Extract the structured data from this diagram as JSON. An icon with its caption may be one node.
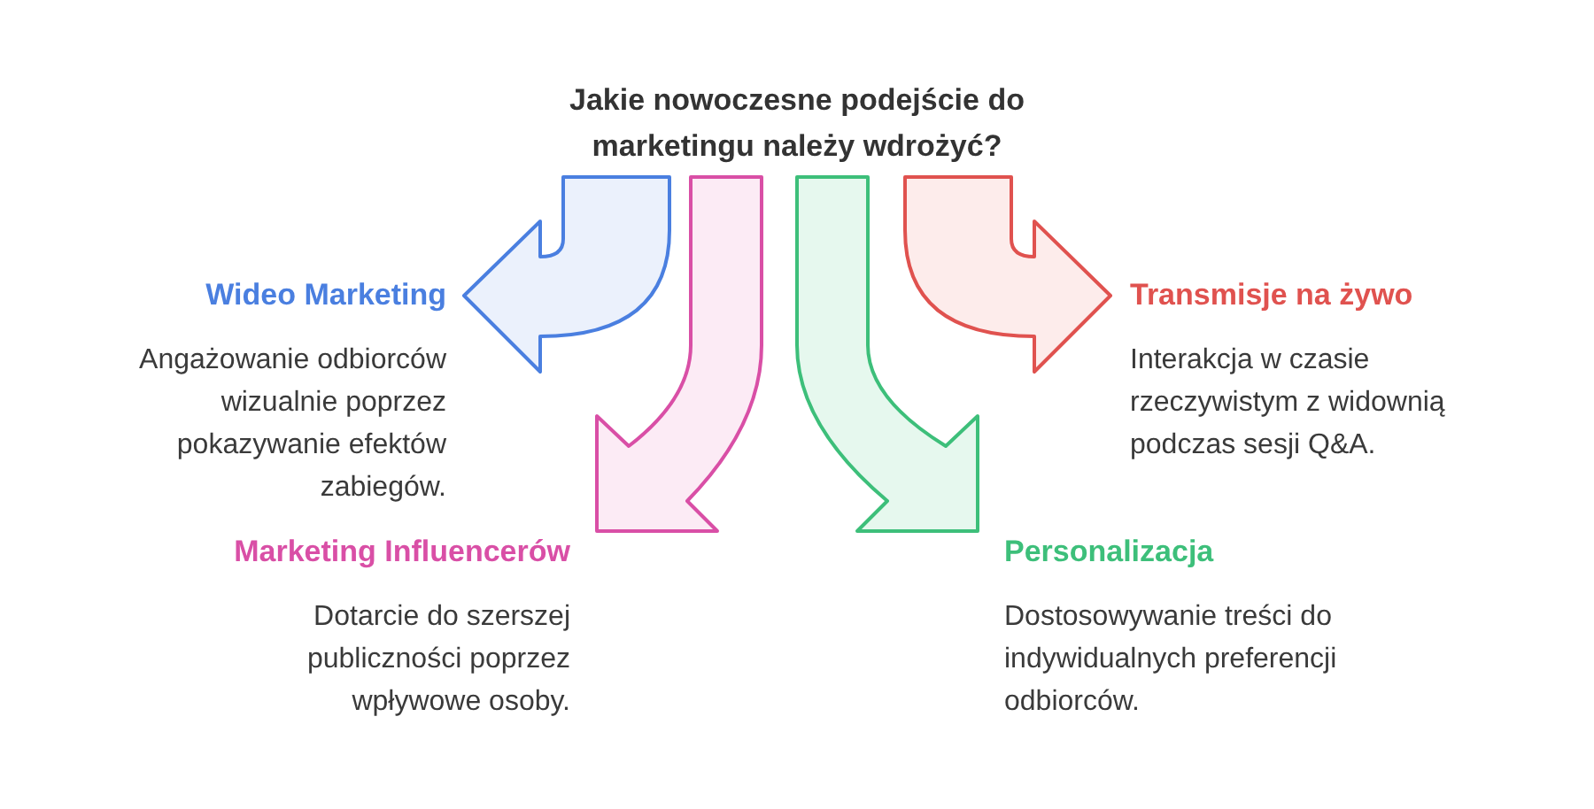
{
  "diagram": {
    "nodes": [
      {
        "text": [
          "Jakie nowoczesne podejście do marketingu należy wdrożyć?"
        ]
      },
      {
        "text": [
          "Wideo Marketing",
          "Angażowanie odbiorców wizualnie poprzez pokazywanie efektów zabiegów."
        ]
      },
      {
        "text": [
          "Transmisje na żywo",
          "Interakcja w czasie rzeczywistym z widownią podczas sesji Q&A."
        ]
      },
      {
        "text": [
          "Marketing Influencerów",
          "Dotarcie do szerszej publiczności poprzez wpływowe osoby."
        ]
      },
      {
        "text": [
          "Personalizacja",
          "Dostosowywanie treści do indywidualnych preferencji odbiorców."
        ]
      }
    ],
    "edges": [
      {
        "from": 0,
        "to": 1,
        "arrow": "to",
        "color": "#4a7fe0"
      },
      {
        "from": 0,
        "to": 3,
        "arrow": "to",
        "color": "#d94fa6"
      },
      {
        "from": 0,
        "to": 4,
        "arrow": "to",
        "color": "#3dbf7a"
      },
      {
        "from": 0,
        "to": 2,
        "arrow": "to",
        "color": "#e0524f"
      }
    ]
  }
}
